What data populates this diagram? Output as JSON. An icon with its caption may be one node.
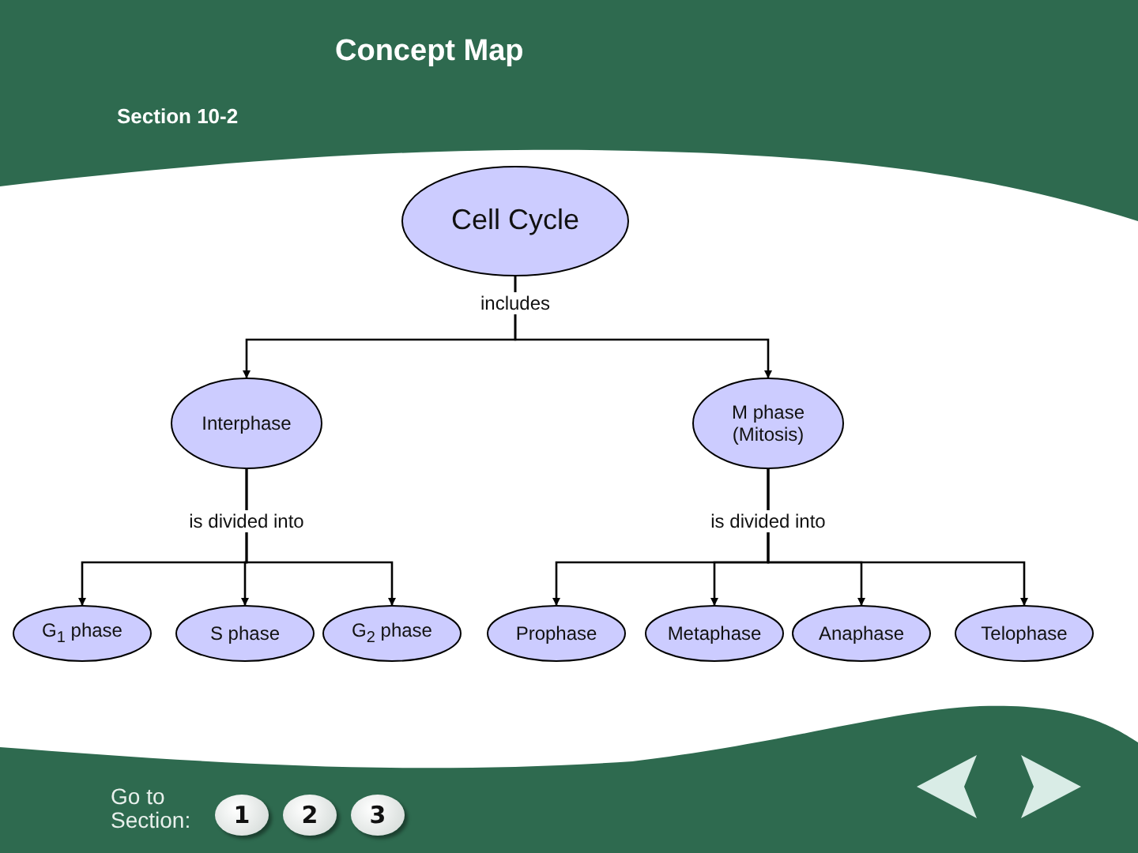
{
  "diagram": {
    "title": "Concept Map",
    "nodes": [
      {
        "text": [
          "Cell Cycle"
        ]
      },
      {
        "text": [
          "Interphase"
        ]
      },
      {
        "text": [
          "M phase (Mitosis)"
        ]
      },
      {
        "text": [
          "G$_{1}$ phase"
        ]
      },
      {
        "text": [
          "S phase"
        ]
      },
      {
        "text": [
          "G$_{2}$ phase"
        ]
      },
      {
        "text": [
          "Prophase"
        ]
      },
      {
        "text": [
          "Metaphase"
        ]
      },
      {
        "text": [
          "Anaphase"
        ]
      },
      {
        "text": [
          "Telophase"
        ]
      }
    ],
    "edges": [
      {
        "from": 0,
        "to": 1,
        "arrow": "to",
        "label": "includes"
      },
      {
        "from": 0,
        "to": 2,
        "arrow": "to"
      },
      {
        "from": 1,
        "to": 3,
        "arrow": "to",
        "label": "is divided into"
      },
      {
        "from": 1,
        "to": 4,
        "arrow": "to"
      },
      {
        "from": 1,
        "to": 5,
        "arrow": "to"
      },
      {
        "from": 2,
        "to": 6,
        "arrow": "to",
        "label": "is divided into"
      },
      {
        "from": 2,
        "to": 7,
        "arrow": "to"
      },
      {
        "from": 2,
        "to": 8,
        "arrow": "to"
      },
      {
        "from": 2,
        "to": 9,
        "arrow": "to"
      }
    ],
    "labels": [
      "Section 10-2",
      "Go to Section:",
      "1",
      "2",
      "3"
    ]
  }
}
